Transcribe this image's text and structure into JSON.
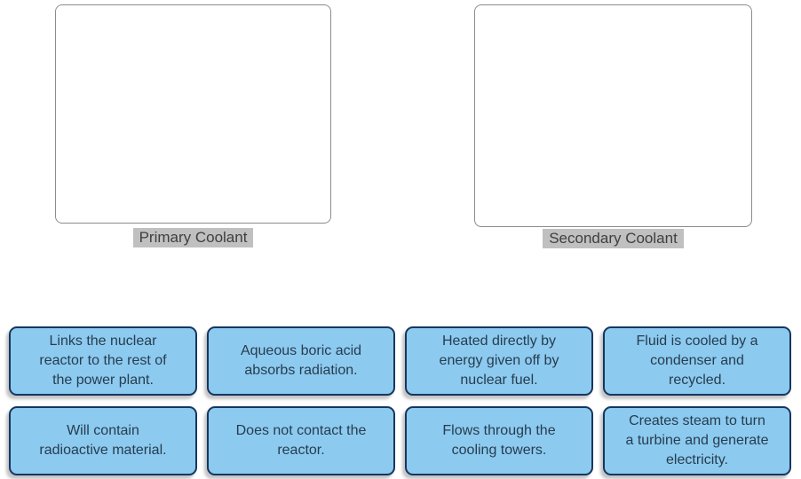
{
  "page": {
    "background": "#ffffff",
    "type": "drag-and-drop sorting exercise"
  },
  "drop_zones": [
    {
      "label": "Primary Coolant"
    },
    {
      "label": "Secondary Coolant"
    }
  ],
  "cards": [
    {
      "text": "Links the nuclear\nreactor to the rest of\nthe power plant."
    },
    {
      "text": "Aqueous boric acid\nabsorbs radiation."
    },
    {
      "text": "Heated directly by\nenergy given off by\nnuclear fuel."
    },
    {
      "text": "Fluid is cooled by a\ncondenser and\nrecycled."
    },
    {
      "text": "Will contain\nradioactive material."
    },
    {
      "text": "Does not contact the\nreactor."
    },
    {
      "text": "Flows through the\ncooling towers."
    },
    {
      "text": "Creates steam to turn\na turbine and generate\nelectricity."
    }
  ],
  "colors": {
    "card_background": "#8dcaef",
    "card_border": "#16365f",
    "card_text": "#263d4f",
    "zone_border": "#8c8c8c",
    "zone_background": "#ffffff",
    "label_background": "#c0c0c0",
    "label_text": "#3f3f3f"
  }
}
